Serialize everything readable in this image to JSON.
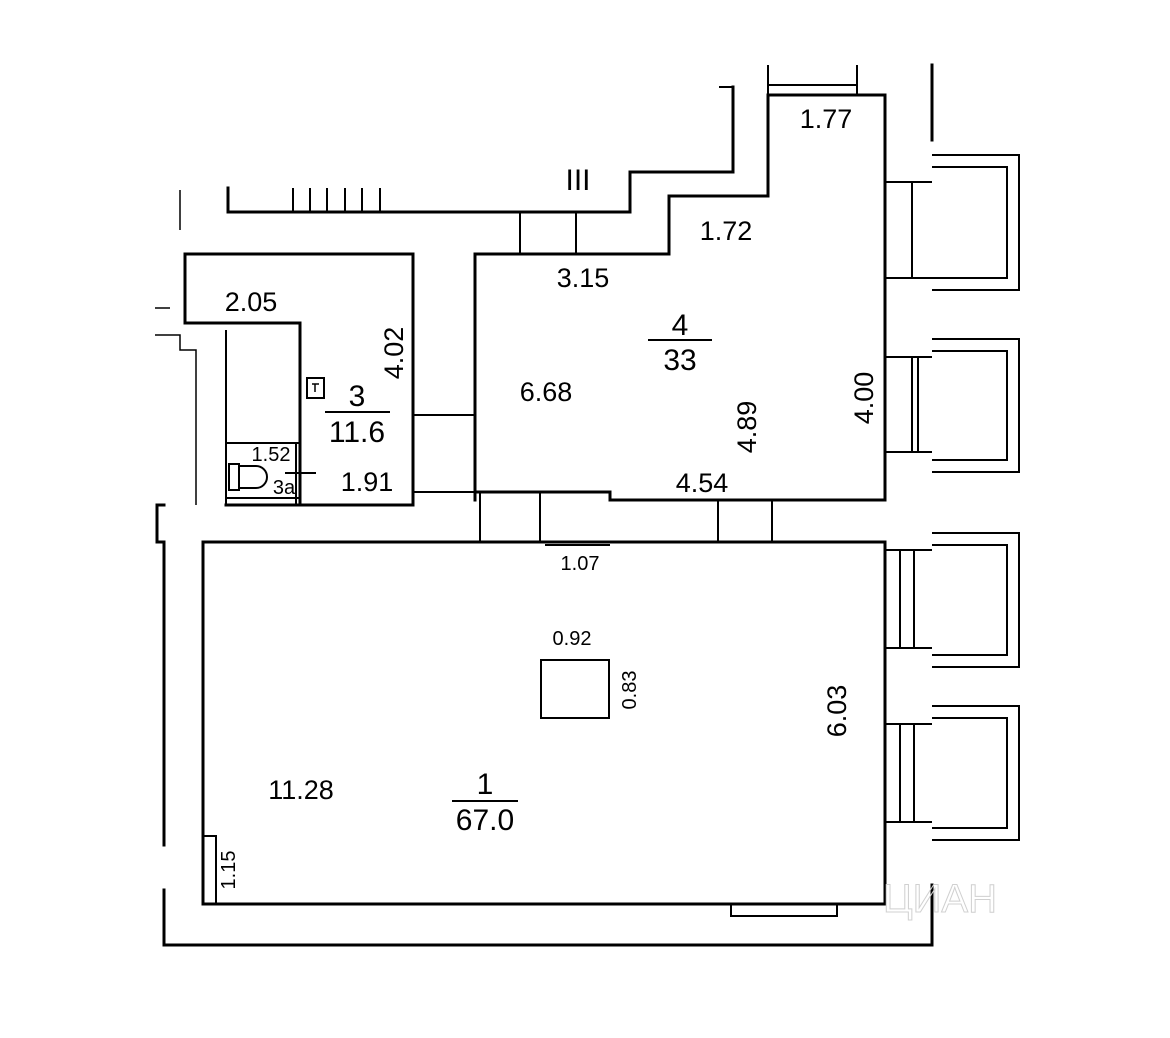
{
  "corridor_label": "III",
  "rooms": [
    {
      "number": "1",
      "area": "67.0"
    },
    {
      "number": "3",
      "area": "11.6"
    },
    {
      "number": "4",
      "area": "33"
    },
    {
      "number": "3а"
    }
  ],
  "dimensions": {
    "d177": "1.77",
    "d172": "1.72",
    "d315": "3.15",
    "d205": "2.05",
    "d402": "4.02",
    "d668": "6.68",
    "d400": "4.00",
    "d489": "4.89",
    "d152": "1.52",
    "d191": "1.91",
    "d454": "4.54",
    "d107": "1.07",
    "d092": "0.92",
    "d083": "0.83",
    "d603": "6.03",
    "d1128": "11.28",
    "d115": "1.15"
  },
  "watermark": "ЦИАН"
}
